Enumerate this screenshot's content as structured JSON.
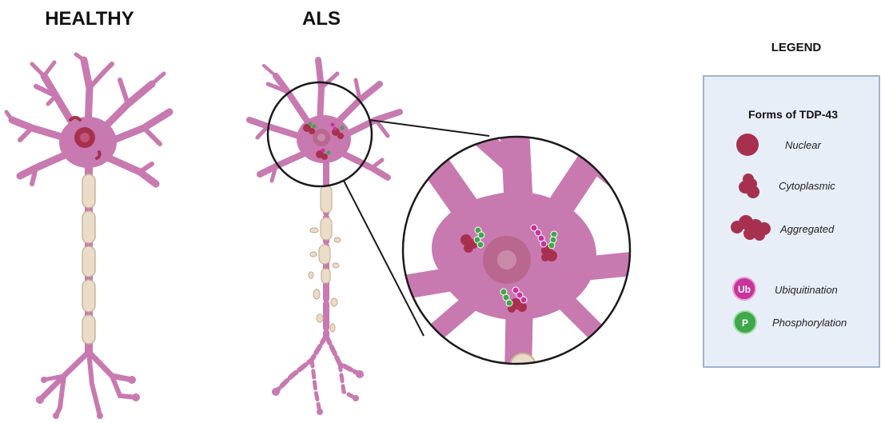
{
  "figure": {
    "title_healthy": "HEALTHY",
    "title_als": "ALS"
  },
  "legend": {
    "title": "LEGEND",
    "heading": "Forms of TDP-43",
    "items": [
      {
        "icon": "nuclear-icon",
        "label": "Nuclear"
      },
      {
        "icon": "cytoplasmic-icon",
        "label": "Cytoplasmic"
      },
      {
        "icon": "aggregated-icon",
        "label": "Aggregated"
      },
      {
        "icon": "ubiquitination-icon",
        "label": "Ubiquitination",
        "badge": "Ub"
      },
      {
        "icon": "phosphorylation-icon",
        "label": "Phosphorylation",
        "badge": "P"
      }
    ]
  },
  "colors": {
    "neuron": "#c879b0",
    "neuron_stroke": "#8e4b7e",
    "nucleus": "#9e3d63",
    "tdp": "#a8304f",
    "myelin": "#eadcc8",
    "myelin_stroke": "#c9b596",
    "ubiquitin": "#c7349a",
    "phospho": "#3ea84a",
    "legend_bg": "#e8eef7",
    "legend_border": "#9fb3d1"
  }
}
